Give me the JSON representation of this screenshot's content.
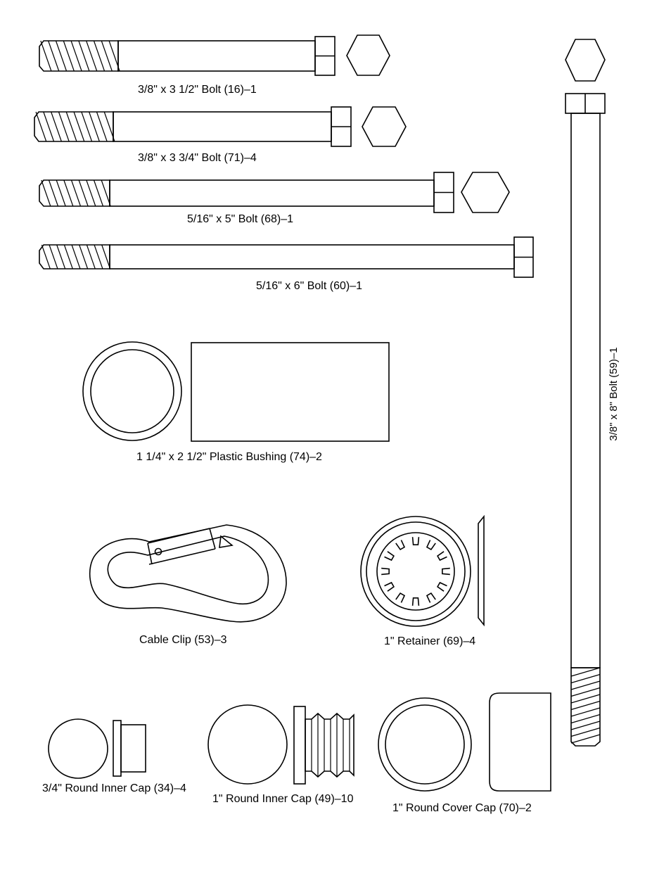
{
  "labels": {
    "bolt_16": "3/8\" x 3 1/2\" Bolt (16)–1",
    "bolt_71": "3/8\" x 3 3/4\" Bolt (71)–4",
    "bolt_68": "5/16\" x 5\" Bolt (68)–1",
    "bolt_60": "5/16\" x 6\" Bolt (60)–1",
    "bolt_59": "3/8\" x 8\" Bolt (59)–1",
    "bushing_74": "1 1/4\" x 2 1/2\" Plastic Bushing (74)–2",
    "cable_clip_53": "Cable Clip (53)–3",
    "retainer_69": "1\" Retainer (69)–4",
    "inner_cap_34": "3/4\" Round Inner Cap (34)–4",
    "inner_cap_49": "1\" Round Inner Cap (49)–10",
    "cover_cap_70": "1\" Round Cover Cap (70)–2"
  }
}
